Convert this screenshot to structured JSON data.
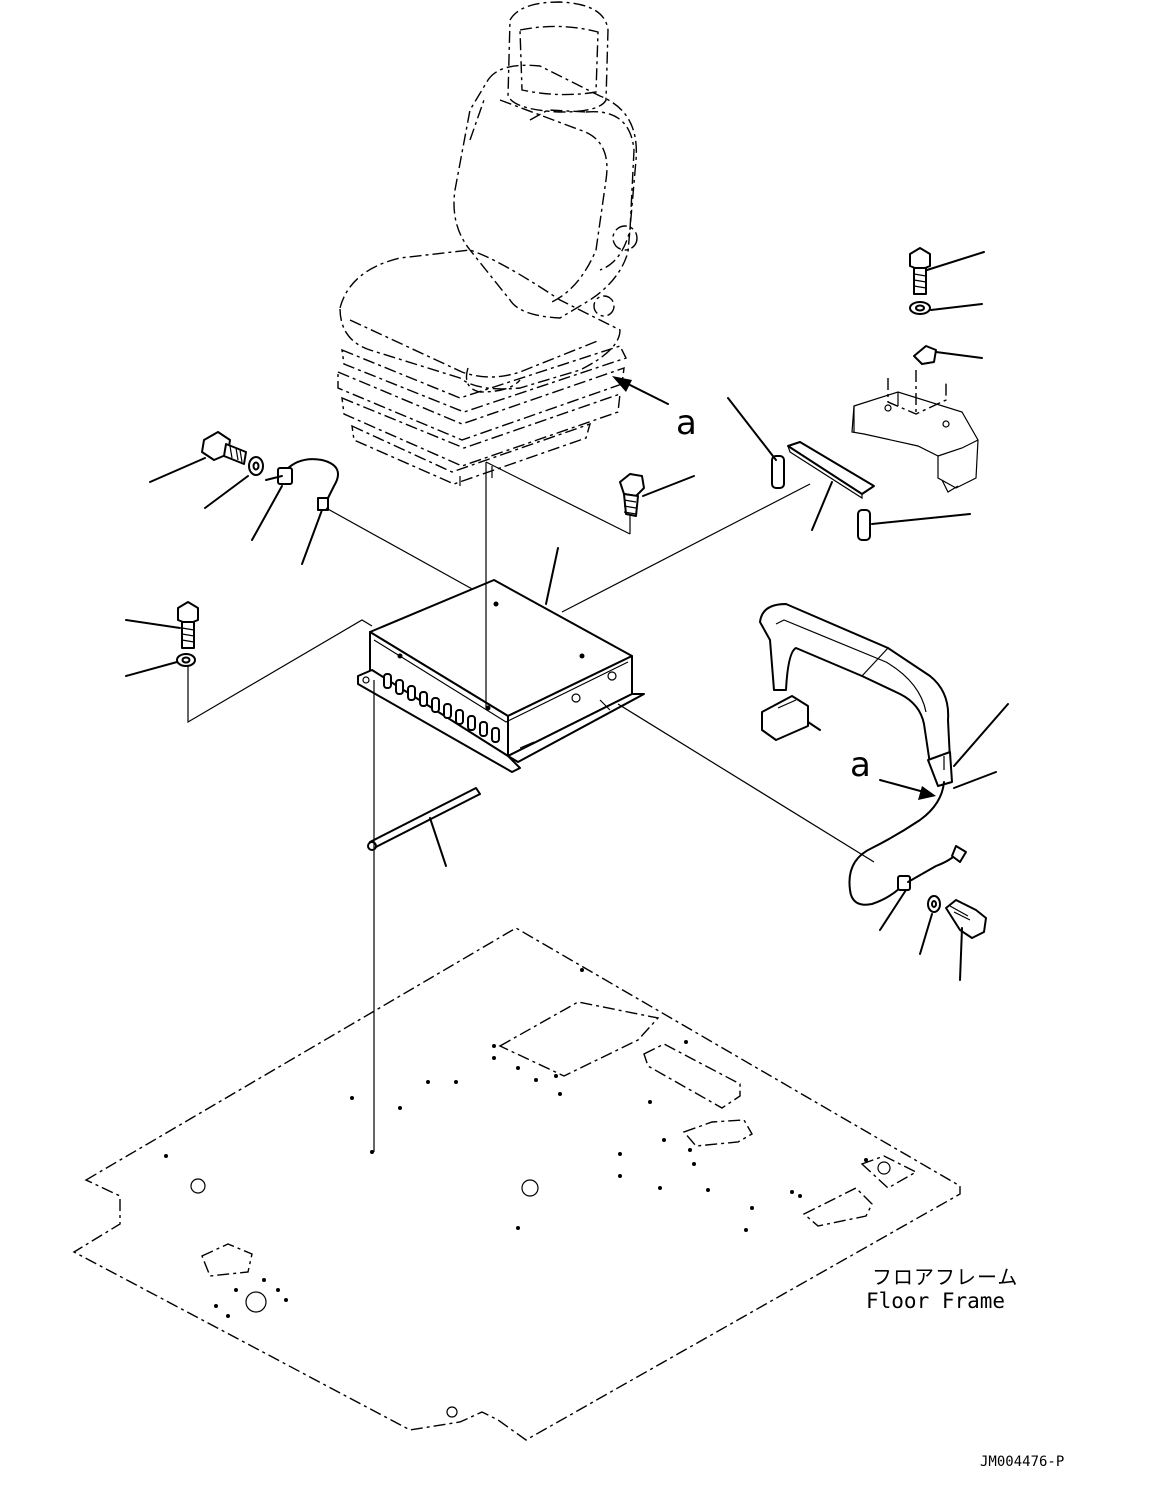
{
  "labels": {
    "callout_a_top": "a",
    "callout_a_right": "a",
    "floor_frame_jp": "フロアフレーム",
    "floor_frame_en": "Floor Frame",
    "drawing_id": "JM004476-P"
  }
}
